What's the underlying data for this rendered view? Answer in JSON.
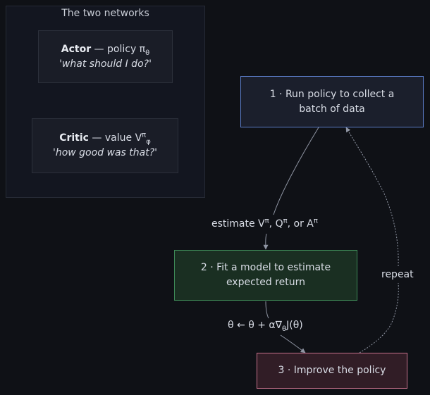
{
  "cluster": {
    "title": "The two networks"
  },
  "actor": {
    "name": "Actor",
    "dash": " — policy π",
    "sub": "θ",
    "question": "'what should I do?'"
  },
  "critic": {
    "name": "Critic",
    "dash": " — value V",
    "sup": "π",
    "sub": "φ",
    "question": "'how good was that?'"
  },
  "steps": {
    "step1": {
      "line1": "1 · Run policy to collect a",
      "line2": "batch of data"
    },
    "step2": {
      "line1": "2 · Fit a model to estimate",
      "line2": "expected return"
    },
    "step3": {
      "line1": "3 · Improve the policy"
    }
  },
  "edge_labels": {
    "estimate": {
      "a": "estimate V",
      "pi1": "π",
      "b": ", Q",
      "pi2": "π",
      "c": ", or A",
      "pi3": "π"
    },
    "update": {
      "a": "θ ← θ + α∇",
      "sub": "θ",
      "b": "J(θ)"
    },
    "repeat": "repeat"
  },
  "colors": {
    "step1_border": "#5b7cc7",
    "step2_border": "#3e8a57",
    "step3_border": "#c7718c",
    "edge": "#8f95a3"
  }
}
